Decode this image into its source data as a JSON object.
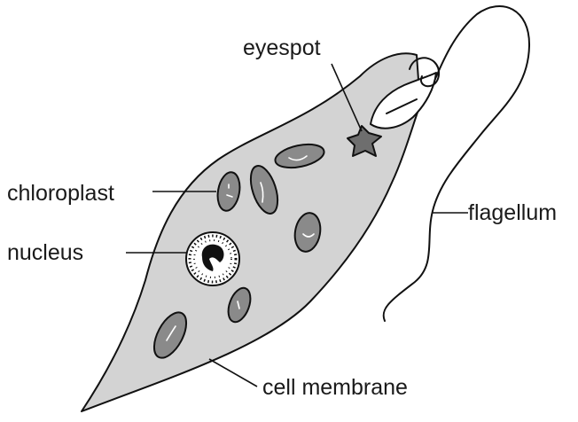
{
  "labels": {
    "eyespot": "eyespot",
    "chloroplast": "chloroplast",
    "nucleus": "nucleus",
    "flagellum": "flagellum",
    "cell_membrane": "cell membrane"
  },
  "colors": {
    "cytoplasm": "#d3d3d3",
    "chloroplast": "#8a8a8a",
    "eyespot": "#6e6e6e",
    "outline": "#111111",
    "nucleus_fill": "#ffffff"
  }
}
